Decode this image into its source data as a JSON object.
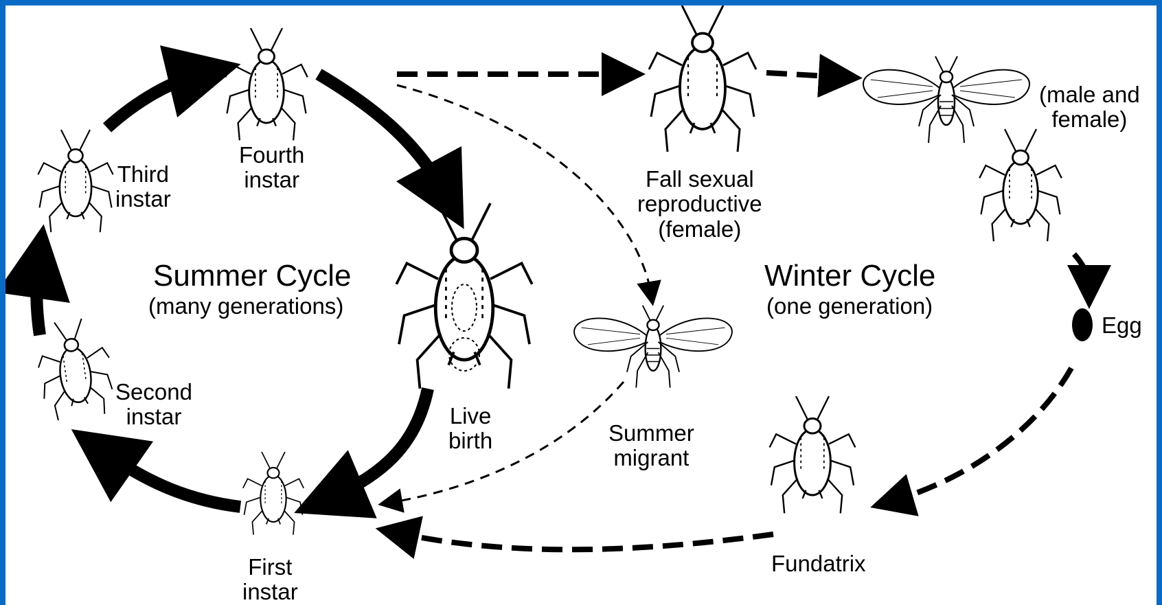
{
  "summer_cycle": {
    "title": "Summer Cycle",
    "subtitle": "(many generations)",
    "stages": {
      "third_instar": [
        "Third",
        "instar"
      ],
      "fourth_instar": [
        "Fourth",
        "instar"
      ],
      "second_instar": [
        "Second",
        "instar"
      ],
      "first_instar": [
        "First",
        "instar"
      ],
      "live_birth": [
        "Live",
        "birth"
      ]
    }
  },
  "winter_cycle": {
    "title": "Winter Cycle",
    "subtitle": "(one generation)",
    "stages": {
      "fall_sexual": [
        "Fall sexual",
        "reproductive",
        "(female)"
      ],
      "male_female": [
        "(male and",
        "female)"
      ],
      "egg": "Egg",
      "fundatrix": "Fundatrix",
      "summer_migrant": [
        "Summer",
        "migrant"
      ]
    }
  },
  "colors": {
    "frame": "#0a6bc7",
    "ink": "#000000",
    "background": "#ffffff"
  }
}
